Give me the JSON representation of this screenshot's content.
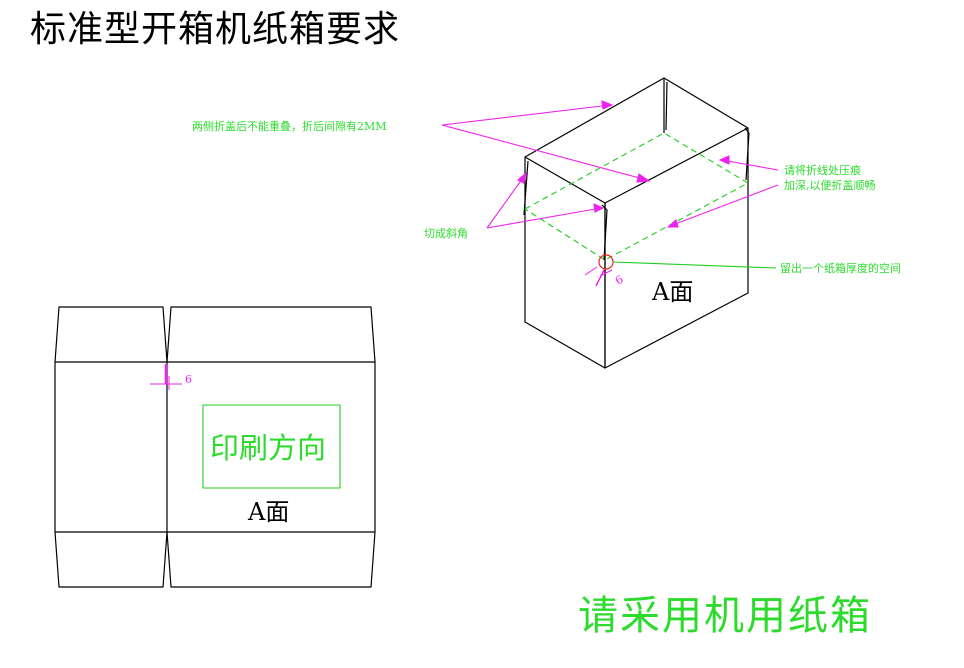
{
  "title": "标准型开箱机纸箱要求",
  "footer_note": "请采用机用纸箱",
  "colors": {
    "outline": "#000000",
    "annotation_text": "#2ddb2d",
    "leader_line": "#ee22ee",
    "fold_line": "#22cc22",
    "gap_marker": "#ee22ee",
    "gap_circle": "#ee2222"
  },
  "box_3d": {
    "annotations": {
      "flap_overlap": "两侧折盖后不能重叠，折后间隙有2MM",
      "crease_line_1": "请将折线处压痕",
      "crease_line_2": "加深,以便折盖顺畅",
      "bevel_cut": "切成斜角",
      "gap_space": "留出一个纸箱厚度的空间"
    },
    "dimension_label": "6",
    "face_label": "A面"
  },
  "flat_layout": {
    "print_direction_label": "印刷方向",
    "face_label": "A面",
    "dimension_label": "6"
  }
}
